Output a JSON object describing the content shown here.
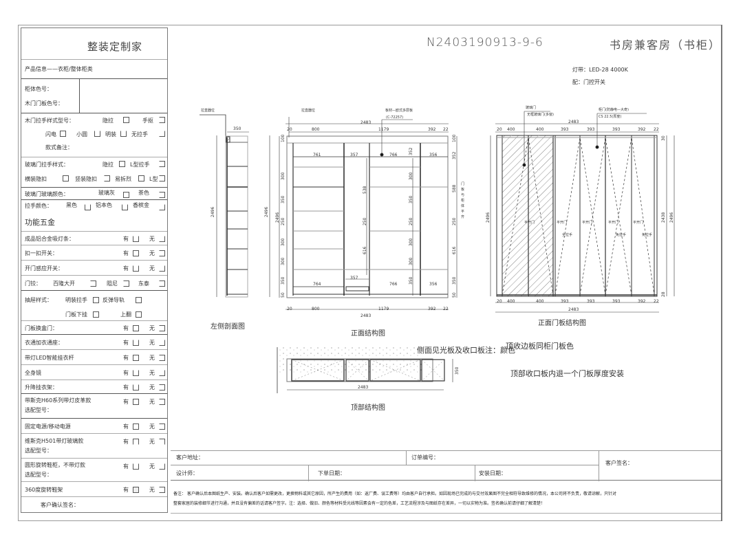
{
  "header": {
    "order_code": "N2403190913-9-6",
    "room_title": "书房兼客房（书柜）",
    "light_spec": "灯带：LED-28 4000K",
    "switch_spec": "配：门控开关"
  },
  "form": {
    "title": "整装定制家",
    "product_info": "产品信息——衣柜/整体柜类",
    "cabinet_color_label": "柜体色号：",
    "door_color_label": "木门门板色号：",
    "wood_handle": {
      "label": "木门拉手样式型号：",
      "options": [
        "隐拉",
        "手抠",
        "闪电",
        "小圆",
        "明装",
        "无拉手"
      ],
      "note_label": "款式备注："
    },
    "glass_handle": {
      "label": "玻璃门拉手样式：",
      "options": [
        "隐拉",
        "L型拉手",
        "横装隐扣",
        "竖装隐扣",
        "易拆烈",
        "L型"
      ]
    },
    "glass_color": {
      "label": "玻璃门玻璃颜色：",
      "options": [
        "玻璃灰",
        "茶色"
      ]
    },
    "handle_color": {
      "label": "拉手颜色：",
      "options": [
        "黑色",
        "铝本色",
        "香槟金"
      ]
    },
    "hardware_section": "功能五金",
    "yes_no_rows": [
      {
        "label": "成品铝合金吸灯条：",
        "yes": "有",
        "no": "无"
      },
      {
        "label": "扣一扣开关：",
        "yes": "有",
        "no": "无"
      },
      {
        "label": "开门感应开关：",
        "yes": "有",
        "no": "无"
      }
    ],
    "hinge": {
      "label": "门铰：",
      "options": [
        "百隆大开",
        "阻尼",
        "东泰"
      ]
    },
    "drawer": {
      "label": "抽屉样式：",
      "options": [
        "明装拉手",
        "反弹导轨",
        "门板下挂",
        "上翻"
      ]
    },
    "yes_no_rows_2": [
      {
        "label": "门板换盒门：",
        "yes": "有",
        "no": "无"
      },
      {
        "label": "衣通加衣通座：",
        "yes": "有",
        "no": "无"
      },
      {
        "label": "带灯LED智能挂衣杆",
        "yes": "有",
        "no": "无"
      },
      {
        "label": "全身镜",
        "yes": "有",
        "no": "无"
      },
      {
        "label": "升降挂衣架：",
        "yes": "有",
        "no": "无"
      },
      {
        "label": "带斯克H60系列带灯皮革款",
        "label2": "选配型号：",
        "yes": "有",
        "no": "无"
      },
      {
        "label": "固定电源/移动电源",
        "yes": "有",
        "no": "无"
      },
      {
        "label": "维斯克H501带灯玻璃款",
        "label2": "选配型号：",
        "yes": "有",
        "no": "无"
      },
      {
        "label": "圆形旋转鞋柜，不带灯款",
        "label2": "选配型号：",
        "yes": "有",
        "no": "无"
      },
      {
        "label": "360度旋转鞋架",
        "yes": "有",
        "no": "无"
      }
    ],
    "customer_confirm": "客户确认签名："
  },
  "drawings": {
    "side_section": {
      "caption": "左侧剖面图",
      "callout": "拉直器位",
      "depth": "350",
      "height_left": "2496",
      "height_right": "2496"
    },
    "front_structure": {
      "caption": "正面结构图",
      "callout_left": "拉直器位",
      "callout_board": "板材——欧式多层板",
      "callout_code": "(C-72257)",
      "total_width": "2483",
      "top_widths": [
        "20",
        "800",
        "1179",
        "392",
        "22"
      ],
      "bottom_widths": [
        "20",
        "800",
        "1179",
        "392",
        "22"
      ],
      "inner_top": [
        "761",
        "357",
        "766",
        "356"
      ],
      "inner_bottom": [
        "764",
        "357",
        "766",
        "356"
      ],
      "left_heights": [
        "100",
        "300",
        "350",
        "250",
        "300",
        "300",
        "350",
        "50"
      ],
      "mid_heights": [
        "538",
        "250",
        "616"
      ],
      "col3_heights": [
        "352",
        "300",
        "350",
        "250",
        "300",
        "300",
        "350"
      ],
      "right_heights": [
        "100",
        "352",
        "588",
        "250",
        "616",
        "350",
        "50"
      ],
      "overall_height": "2496",
      "vertical_note": "门板与柜体平齐"
    },
    "door_structure": {
      "caption": "正面门板结构图",
      "callout_glass": "玻璃门",
      "callout_glass_spec": "无框玻璃门（多窗）",
      "callout_door": "柜门（防静电—大奇）",
      "callout_door_spec": "CS 22.5（厚度）",
      "total_width": "2483",
      "widths": [
        "20",
        "400",
        "400",
        "393",
        "393",
        "393",
        "392",
        "22"
      ],
      "height_inner": "2438",
      "height_outer": "2496",
      "top_gap": "30",
      "bottom_gap": "28",
      "door_labels": [
        "平开门",
        "平开门",
        "平开门",
        "平开门"
      ],
      "door_notes": [
        "全拉手",
        "免拉手",
        "免拉手"
      ],
      "glass_label": "平开门"
    },
    "top_structure": {
      "caption": "顶部结构图",
      "width": "2483",
      "depth": "350"
    },
    "notes": {
      "side_board": "侧面见光板及收口板注：颜色",
      "top_board_color": "顶收边板同柜门板色",
      "top_closure": "顶部收口板内退一个门板厚度安装"
    }
  },
  "bottom_table": {
    "customer_address": "客户地址：",
    "order_number": "订单编号：",
    "customer_signature": "客户签名：",
    "designer": "设计师：",
    "order_date": "下单日期：",
    "install_date": "安装日期："
  },
  "remarks": {
    "label": "备注：",
    "line1": "客户确认后本图纸生产、安装。确认后客户如需更改，更换物料或其它原因，所产生的费用（如：返厂费、误工费等）均由客户自行承担。如因现场已完成的与交付效果图不完全相符导致维修的情况，本公司将不负责，敬请谅解，只针对",
    "line2": "整套家居的装修细节进行沟通，并且没有偏差的话请客户签字。注：选择、做旧、颜色等材料受光线等因素会有一定的色差，工艺流程涉及与图纸存在差异，一切以实物为准。签名确认前请仔细了解清楚！"
  }
}
